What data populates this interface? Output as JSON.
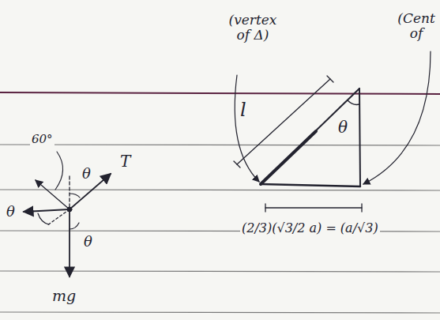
{
  "diagram": {
    "labels": [
      "(vertex of Δ)",
      "(Cent of",
      "l",
      "θ",
      "60°",
      "θ",
      "T",
      "θ",
      "θ",
      "mg",
      "(2/3)(√3/2 a) = (a/√3)"
    ]
  }
}
